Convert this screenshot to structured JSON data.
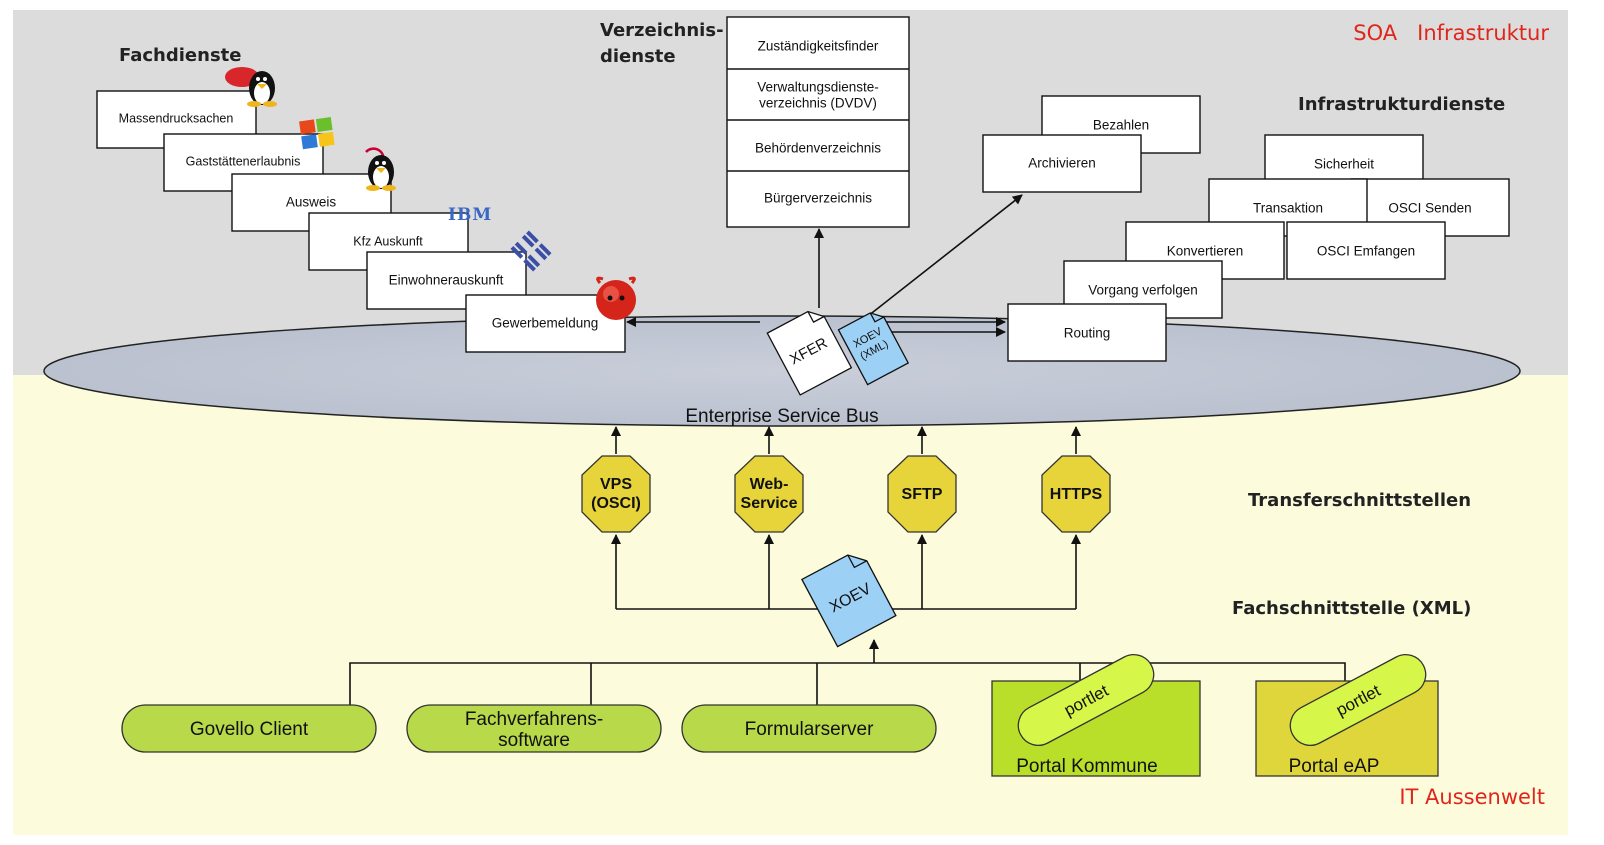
{
  "regions": {
    "soa": "SOA   Infrastruktur",
    "it": "IT Aussenwelt"
  },
  "headings": {
    "fachdienste": "Fachdienste",
    "verzeichnis_line1": "Verzeichnis-",
    "verzeichnis_line2": "dienste",
    "infrastruktur": "Infrastrukturdienste",
    "transfer": "Transferschnittstellen",
    "fachschnitt": "Fachschnittstelle (XML)"
  },
  "fachdienste": [
    "Massendrucksachen",
    "Gaststättenerlaubnis",
    "Ausweis",
    "Kfz Auskunft",
    "Einwohnerauskunft",
    "Gewerbemeldung"
  ],
  "verzeichnisdienste": {
    "item1": "Zuständigkeitsfinder",
    "item2_line1": "Verwaltungsdienste-",
    "item2_line2": "verzeichnis (DVDV)",
    "item3": "Behördenverzeichnis",
    "item4": "Bürgerverzeichnis"
  },
  "infrastrukturdienste": {
    "bezahlen": "Bezahlen",
    "archivieren": "Archivieren",
    "sicherheit": "Sicherheit",
    "transaktion": "Transaktion",
    "osci_senden": "OSCI Senden",
    "konvertieren": "Konvertieren",
    "osci_empfangen": "OSCI Emfangen",
    "vorgang": "Vorgang verfolgen",
    "routing": "Routing"
  },
  "documents": {
    "xfer": "XFER",
    "xoev_small_line1": "XOEV",
    "xoev_small_line2": "(XML)",
    "xoev": "XOEV"
  },
  "bus": "Enterprise Service Bus",
  "transfer": {
    "vps_line1": "VPS",
    "vps_line2": "(OSCI)",
    "web_line1": "Web-",
    "web_line2": "Service",
    "sftp": "SFTP",
    "https": "HTTPS"
  },
  "clients": {
    "govello": "Govello Client",
    "fachverfahren_line1": "Fachverfahrens-",
    "fachverfahren_line2": "software",
    "formularserver": "Formularserver",
    "portal_kommune": "Portal Kommune",
    "portal_eap": "Portal eAP",
    "portlet": "portlet"
  },
  "logos": {
    "ibm": "IBM"
  },
  "icons": [
    "redhat-linux-icon",
    "windows-icon",
    "debian-linux-icon",
    "ibm-logo-icon",
    "sun-logo-icon",
    "freebsd-icon"
  ],
  "colors": {
    "soa_background": "#dcdcdc",
    "it_background": "#fcfcdc",
    "bus_fill": "#c5cad6",
    "octagon_fill": "#e6d43a",
    "client_fill": "#b8da4a",
    "portal_kommune_fill": "#b9df2a",
    "portal_eap_fill": "#dfd63b",
    "portlet_fill": "#d6f74a",
    "xoev_doc_fill": "#9dd0f5",
    "accent_red": "#e0251b"
  }
}
